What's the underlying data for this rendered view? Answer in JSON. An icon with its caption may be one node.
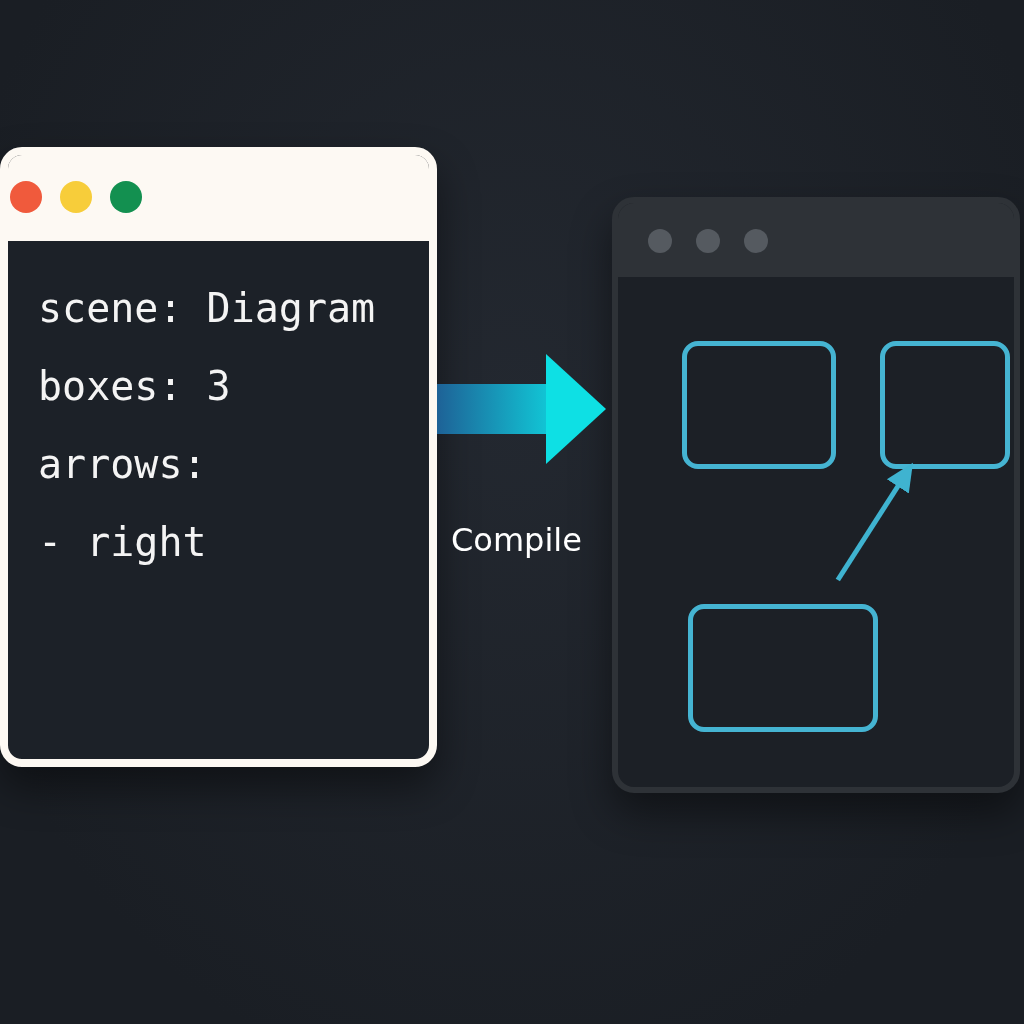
{
  "diagram": {
    "nodes": [
      {
        "text": [
          "scene: Diagram",
          "boxes: 3",
          "arrows:",
          "- right"
        ]
      },
      {
        "text": [],
        "shape": "box"
      },
      {
        "text": [],
        "shape": "box",
        "in": 1
      },
      {
        "text": [],
        "shape": "box",
        "in": 1
      },
      {
        "text": [],
        "shape": "box",
        "in": 1
      }
    ],
    "edges": [
      {
        "from": 0,
        "to": 1,
        "arrow": "to",
        "label": "Compile",
        "style": "thick"
      },
      {
        "from": 4,
        "to": 3,
        "arrow": "to",
        "color": "#3fb3d0"
      }
    ]
  }
}
